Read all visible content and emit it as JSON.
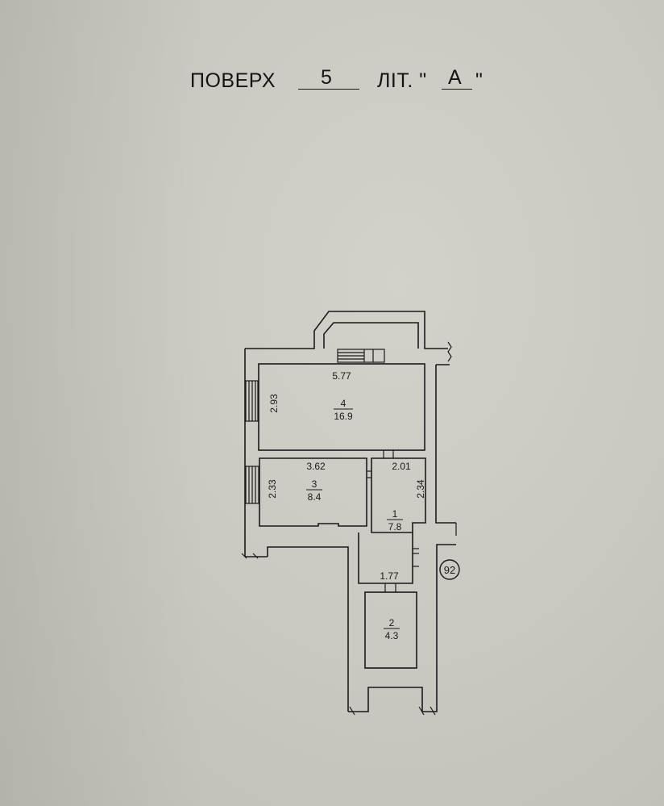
{
  "header": {
    "floor_label": "ПОВЕРХ",
    "floor_number": "5",
    "letter_label": "ЛІТ. \"",
    "letter_value": "А",
    "letter_close": "\""
  },
  "building_number": "92",
  "rooms": [
    {
      "number": "4",
      "area": "16.9",
      "width": "5.77",
      "height": "2.93"
    },
    {
      "number": "3",
      "area": "8.4",
      "width": "3.62",
      "height": "2.33"
    },
    {
      "number": "1",
      "area": "7.8",
      "width": "2.01",
      "height": "2.34"
    },
    {
      "number": "2",
      "area": "4.3",
      "width": "1.77"
    }
  ],
  "colors": {
    "ink": "#1a1a1a",
    "paper": "#cbc9c1"
  }
}
